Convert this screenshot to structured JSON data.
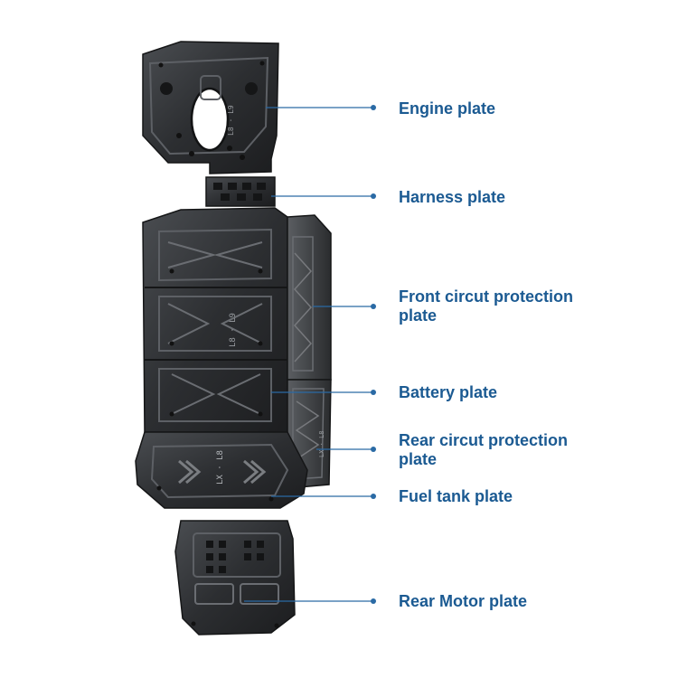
{
  "colors": {
    "accent": "#1b5a92",
    "leader": "#2a6aa5",
    "plate_dark": "#1f2022",
    "plate_mid": "#3a3c3f",
    "plate_light": "#55585c"
  },
  "plates": {
    "engine": {
      "label": "Engine plate",
      "stamp": "L8 · L9"
    },
    "harness": {
      "label": "Harness plate"
    },
    "front_circuit": {
      "label": "Front circut protection plate"
    },
    "battery": {
      "label": "Battery plate",
      "stamp": "L8 · L9"
    },
    "rear_circuit": {
      "label": "Rear circut protection plate",
      "stamp": "LX · L8"
    },
    "fuel_tank": {
      "label": "Fuel tank plate",
      "stamp": "LX · L8"
    },
    "rear_motor": {
      "label": "Rear Motor plate"
    }
  }
}
